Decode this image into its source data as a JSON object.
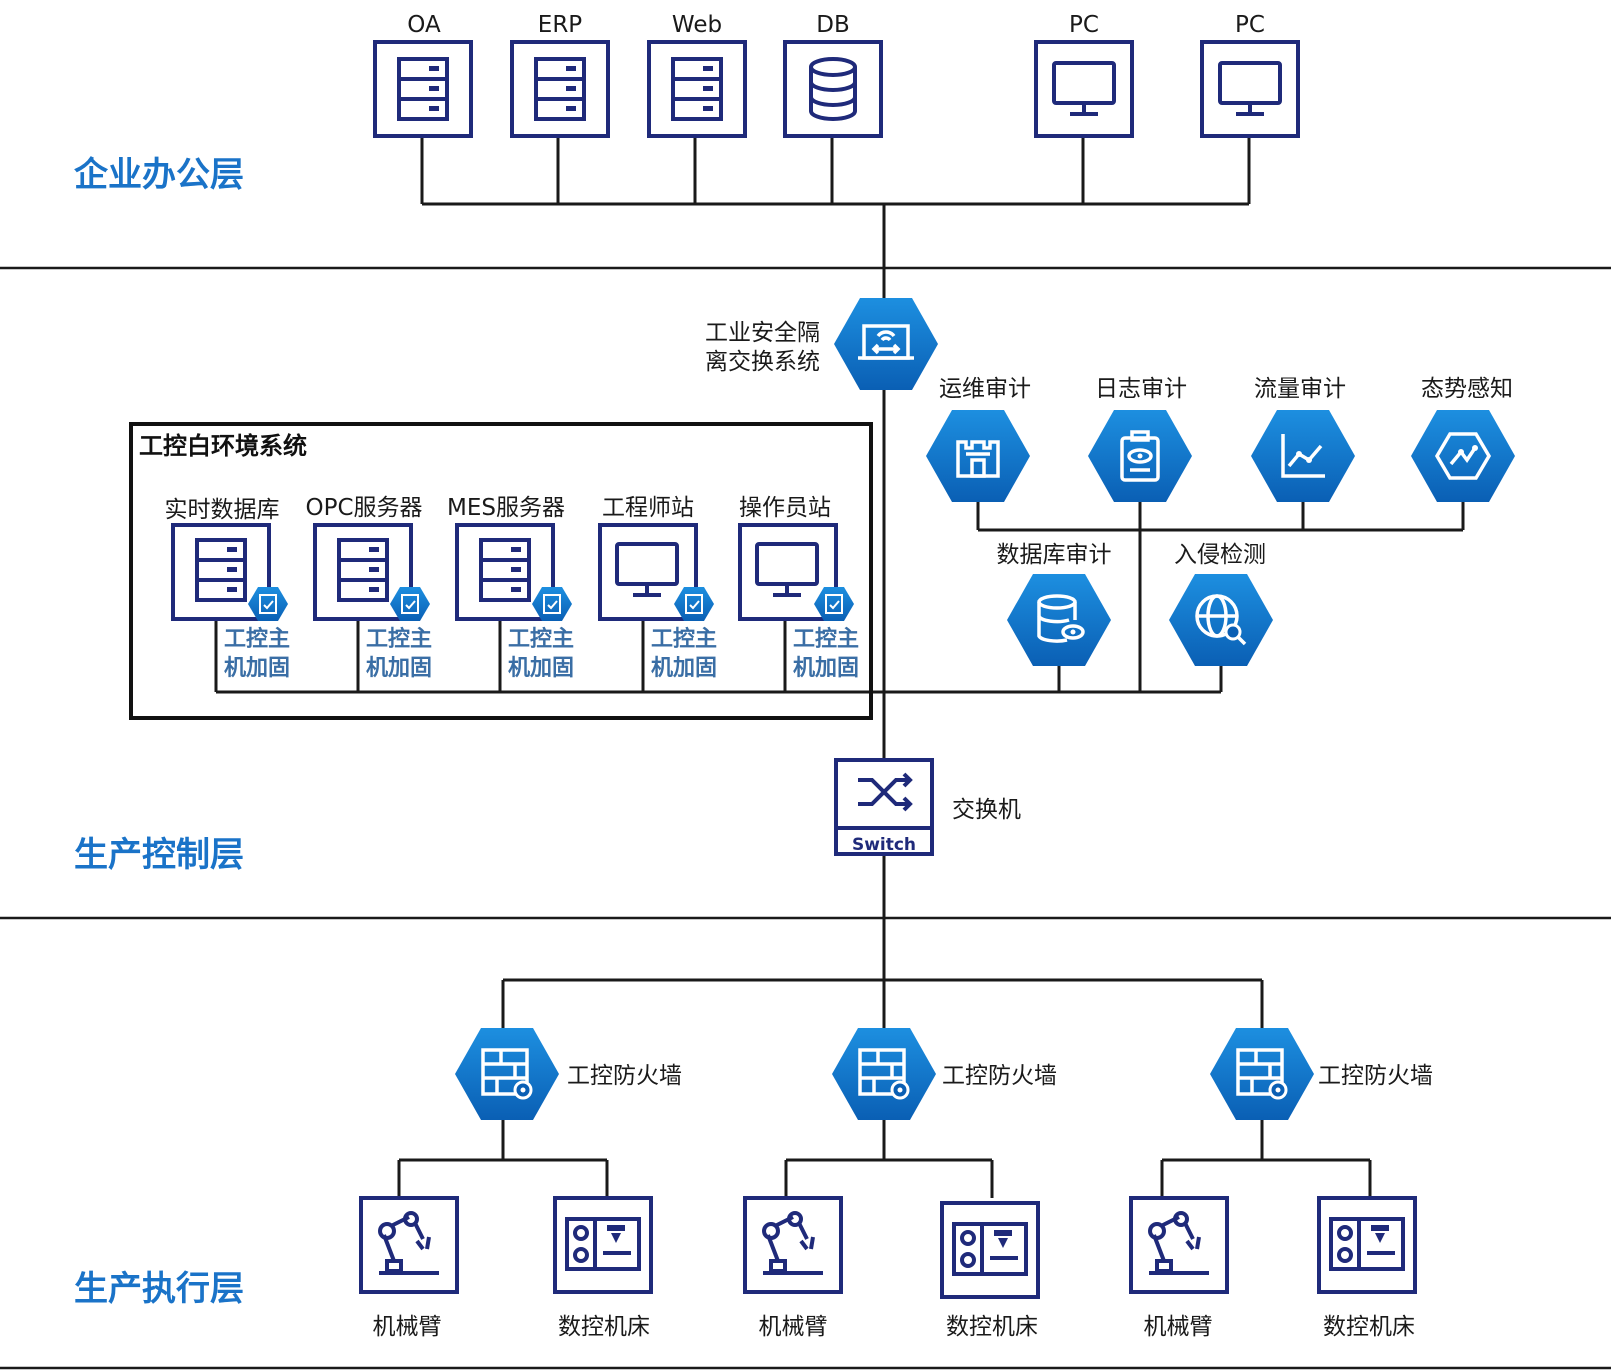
{
  "layers": {
    "office": "企业办公层",
    "control": "生产控制层",
    "execution": "生产执行层"
  },
  "office_devices": [
    {
      "label": "OA",
      "icon": "server-icon"
    },
    {
      "label": "ERP",
      "icon": "server-icon"
    },
    {
      "label": "Web",
      "icon": "server-icon"
    },
    {
      "label": "DB",
      "icon": "database-icon"
    },
    {
      "label": "PC",
      "icon": "monitor-icon"
    },
    {
      "label": "PC",
      "icon": "monitor-icon"
    }
  ],
  "isolation": {
    "line1": "工业安全隔",
    "line2": "离交换系统"
  },
  "audit": [
    {
      "label": "运维审计",
      "icon": "castle-icon"
    },
    {
      "label": "日志审计",
      "icon": "log-eye-icon"
    },
    {
      "label": "流量审计",
      "icon": "trend-chart-icon"
    },
    {
      "label": "态势感知",
      "icon": "situation-icon"
    },
    {
      "label": "数据库审计",
      "icon": "database-eye-icon"
    },
    {
      "label": "入侵检测",
      "icon": "globe-search-icon"
    }
  ],
  "whitelist_box": {
    "title": "工控白环境系统",
    "hosts": [
      {
        "label": "实时数据库",
        "icon": "server-icon"
      },
      {
        "label": "OPC服务器",
        "icon": "server-icon"
      },
      {
        "label": "MES服务器",
        "icon": "server-icon"
      },
      {
        "label": "工程师站",
        "icon": "monitor-icon"
      },
      {
        "label": "操作员站",
        "icon": "monitor-icon"
      }
    ],
    "harden_line1": "工控主",
    "harden_line2": "机加固"
  },
  "switch": {
    "caption": "Switch",
    "label": "交换机"
  },
  "firewall_label": "工控防火墙",
  "field_devices": {
    "robot": "机械臂",
    "cnc": "数控机床"
  },
  "colors": {
    "layer_title": "#1a73c8",
    "device_border": "#1f2a7a",
    "hex_fill_top": "#1d8fe0",
    "hex_fill_bottom": "#0a5fb4",
    "harden_text": "#3a6ea5"
  }
}
